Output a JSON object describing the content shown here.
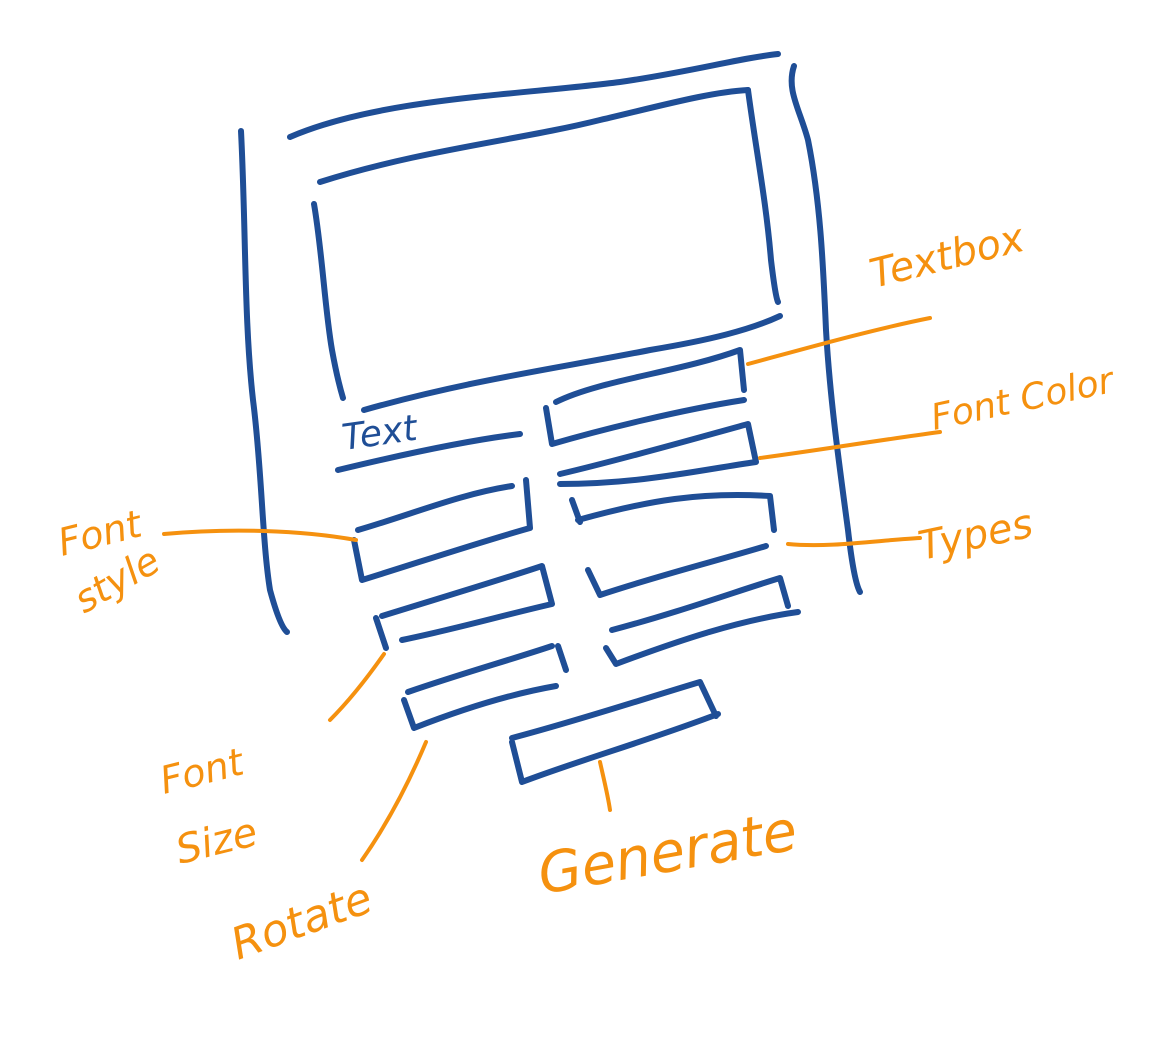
{
  "sketch": {
    "ink_color": "#1f4e96",
    "annotation_color": "#f5910f",
    "text_label": "Text"
  },
  "annotations": {
    "textbox": "Textbox",
    "font_color": "Font Color",
    "types": "Types",
    "font_style_line1": "Font",
    "font_style_line2": "style",
    "font_size_line1": "Font",
    "font_size_line2": "Size",
    "rotate": "Rotate",
    "generate": "Generate"
  }
}
